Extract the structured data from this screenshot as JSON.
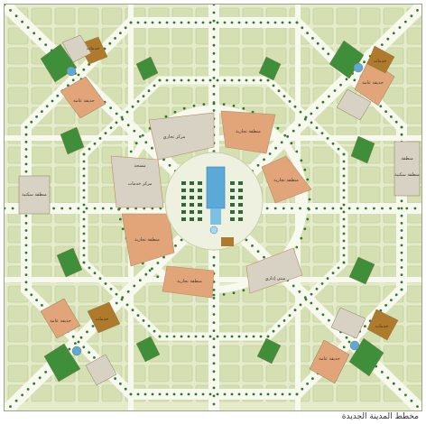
{
  "caption": "مخطط المدينة الجديدة",
  "colors": {
    "background": "#e4ebc9",
    "street": "#f7f8ee",
    "block": "#d5e0b2",
    "block_edge": "#b9c896",
    "commercial": "#e2a57a",
    "green_area": "#3f8f3a",
    "service": "#b07a2c",
    "neutral": "#d8d2c4",
    "water": "#5aa9d6",
    "trees": "#2f7a2a"
  },
  "map_labels": {
    "center_market": "مركز تجاري",
    "center_services": "مركز خدمات",
    "center_mosque": "مسجد",
    "center_admin": "مبنى إداري",
    "ring_commercial_1": "منطقة تجارية",
    "ring_commercial_2": "منطقة تجارية",
    "ring_commercial_3": "منطقة تجارية",
    "ring_commercial_4": "منطقة تجارية",
    "corner_tl_a": "خدمات",
    "corner_tl_b": "حديقة عامة",
    "corner_tr_a": "خدمات",
    "corner_tr_b": "حديقة عامة",
    "corner_bl_a": "خدمات",
    "corner_bl_b": "حديقة عامة",
    "corner_br_a": "خدمات",
    "corner_br_b": "حديقة عامة",
    "side_right_a": "منطقة",
    "side_right_b": "منطقة سكنية",
    "side_left_a": "منطقة سكنية"
  }
}
